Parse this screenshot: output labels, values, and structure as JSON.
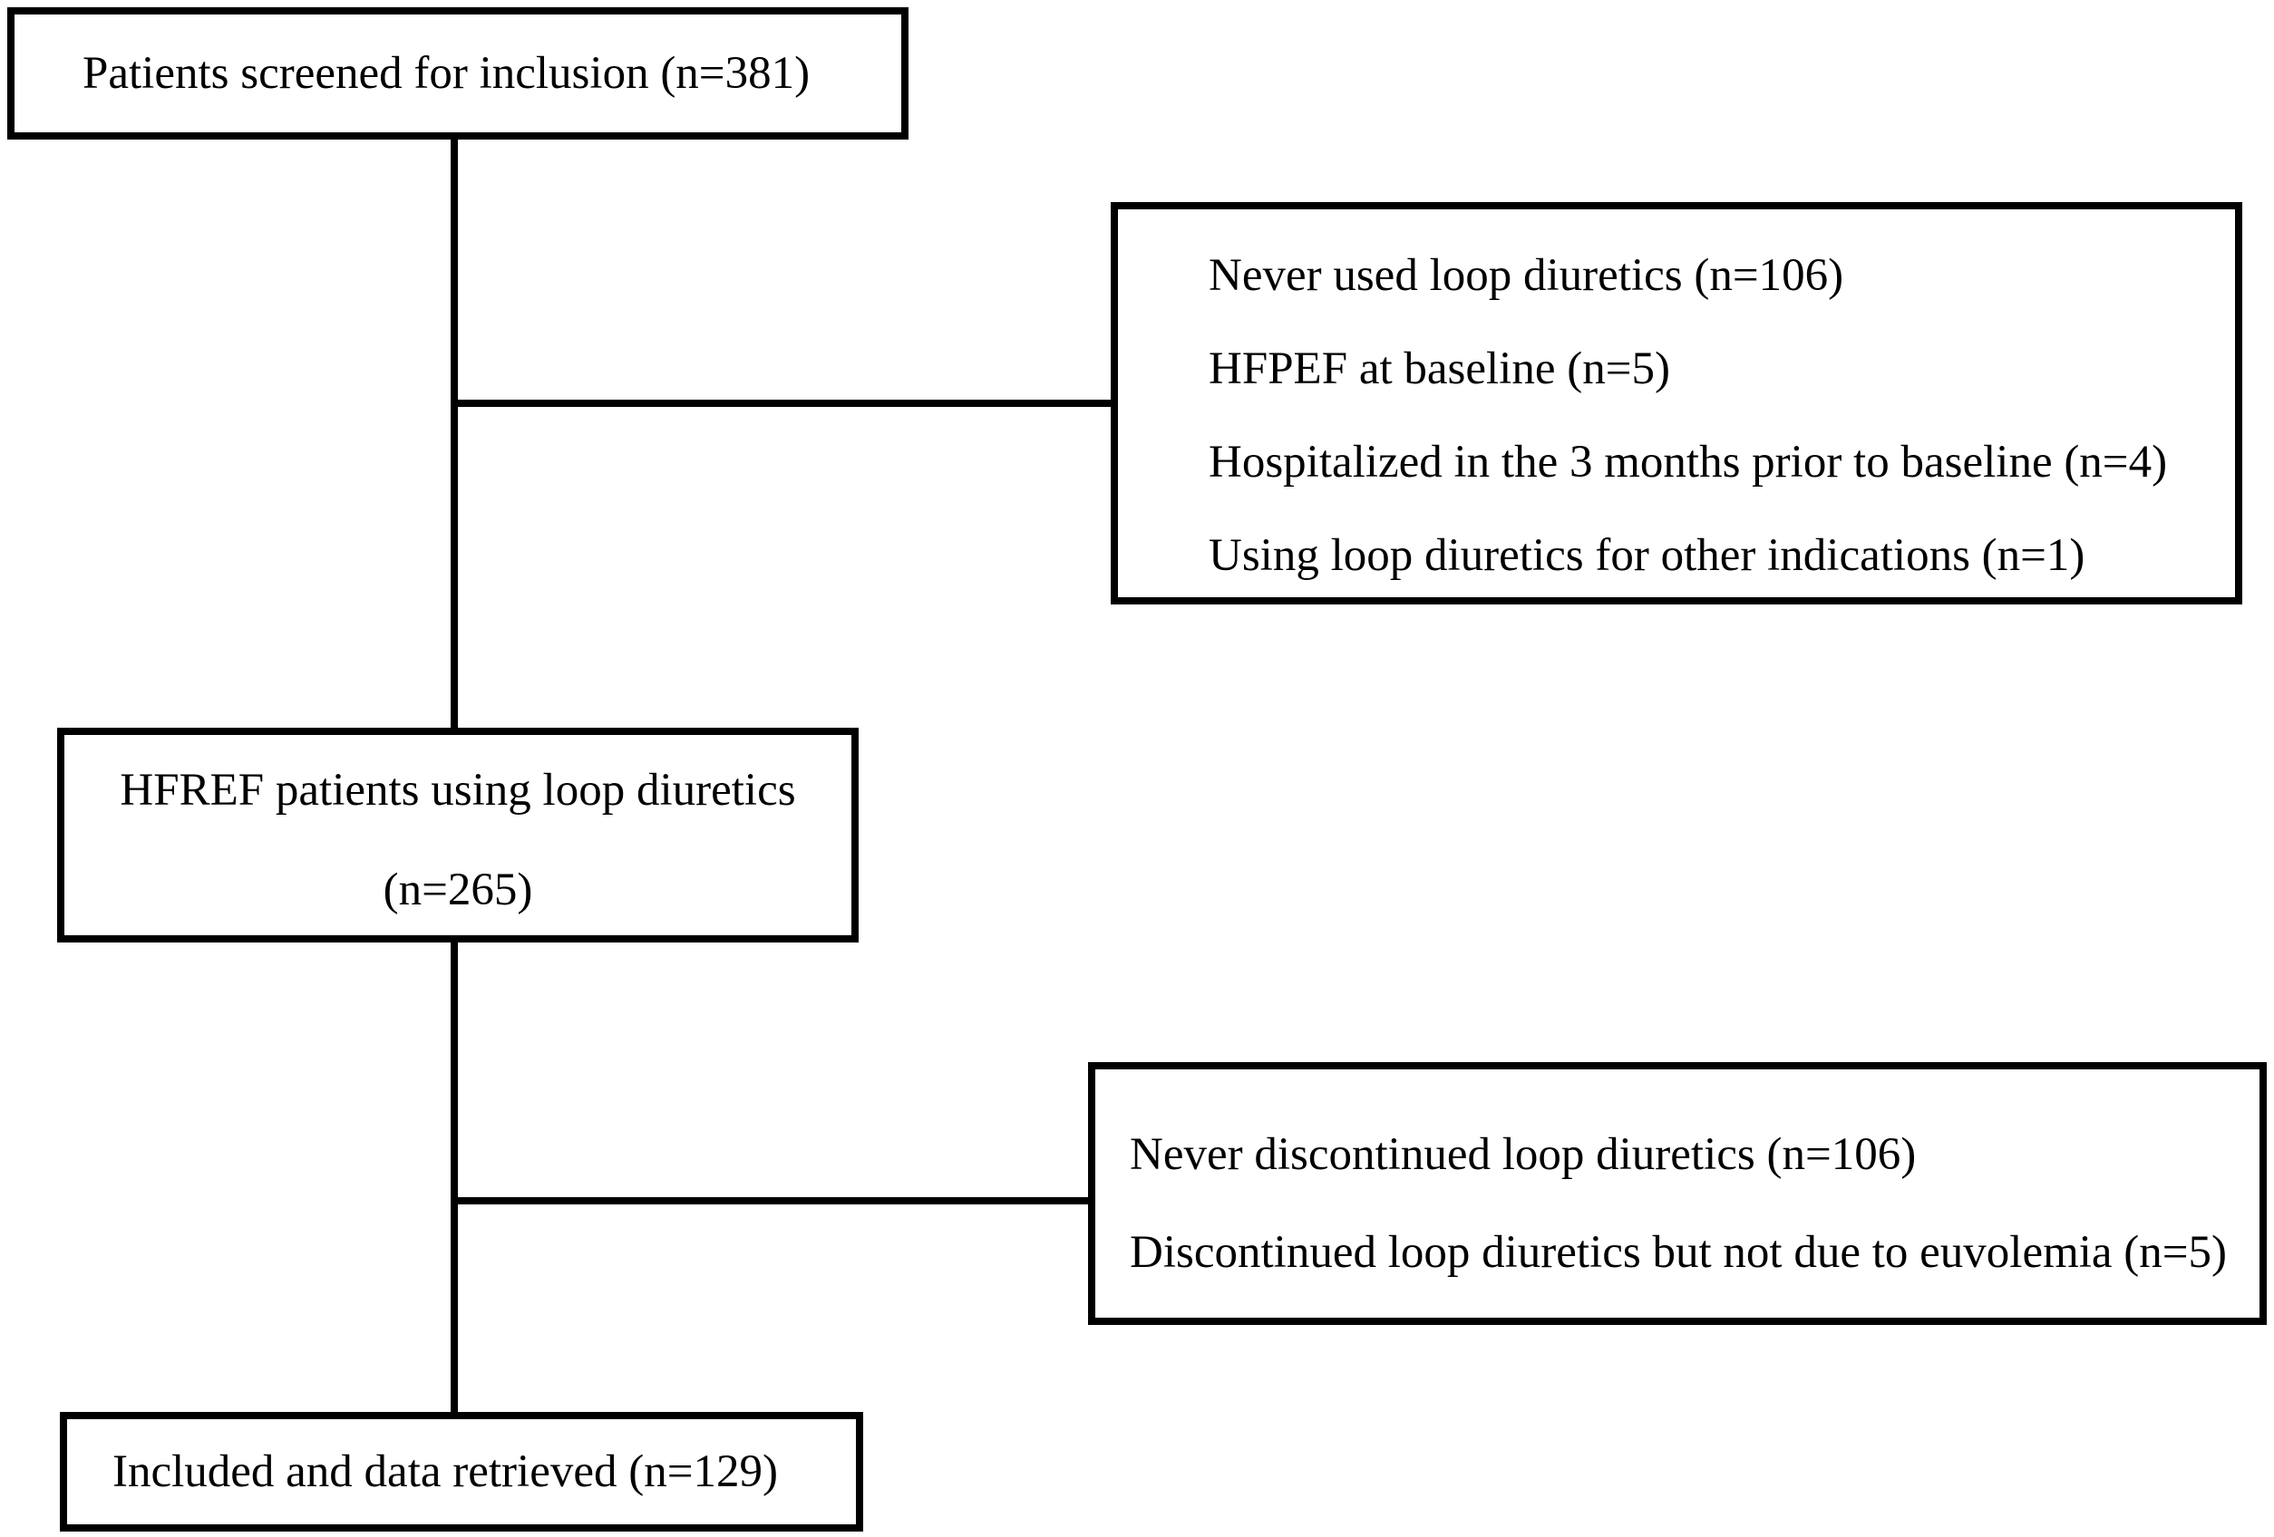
{
  "colors": {
    "line": "#000000",
    "text": "#000000",
    "background": "#ffffff"
  },
  "flow": {
    "screened": {
      "text": "Patients screened for inclusion (n=381)"
    },
    "exclusions_baseline": {
      "lines": [
        "Never used loop diuretics (n=106)",
        "HFPEF at baseline (n=5)",
        "Hospitalized in the 3 months prior to baseline (n=4)",
        "Using loop diuretics for other indications (n=1)"
      ]
    },
    "hfref": {
      "lines": [
        "HFREF patients using loop diuretics",
        "(n=265)"
      ]
    },
    "exclusions_discontinuation": {
      "lines": [
        "Never discontinued loop diuretics (n=106)",
        "Discontinued loop diuretics but not due to euvolemia (n=5)"
      ]
    },
    "included": {
      "text": "Included and data retrieved (n=129)"
    }
  }
}
